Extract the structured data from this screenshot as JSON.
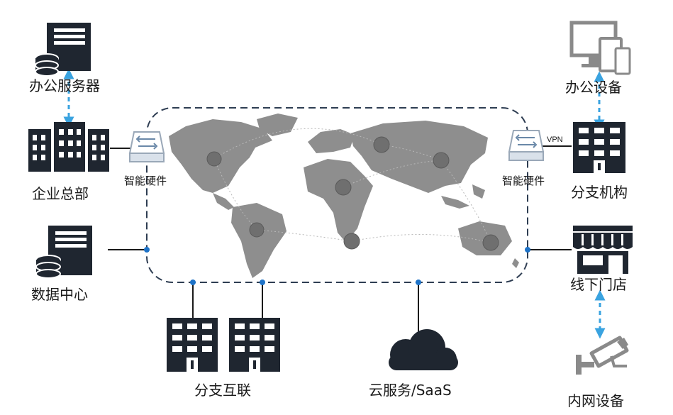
{
  "nodes": {
    "office_server": "办公服务器",
    "hq": "企业总部",
    "smart_hw_left": "智能硬件",
    "datacenter": "数据中心",
    "branch_interconnect": "分支互联",
    "cloud": "云服务/SaaS",
    "office_devices": "办公设备",
    "branch_office": "分支机构",
    "smart_hw_right": "智能硬件",
    "retail_store": "线下门店",
    "intranet_devices": "内网设备",
    "vpn": "VPN"
  },
  "colors": {
    "icon_dark": "#1f2630",
    "map_gray": "#8e8e8e",
    "hub_gray": "#6f6f6f",
    "dashed_border": "#2e3d52",
    "connector_blue": "#1e73c8",
    "dashed_arrow": "#3aa3e0",
    "device_gray": "#8a8a8a"
  },
  "icons": [
    "server-icon",
    "building-icon",
    "router-icon",
    "cloud-icon",
    "monitor-icon",
    "store-icon",
    "camera-icon"
  ]
}
